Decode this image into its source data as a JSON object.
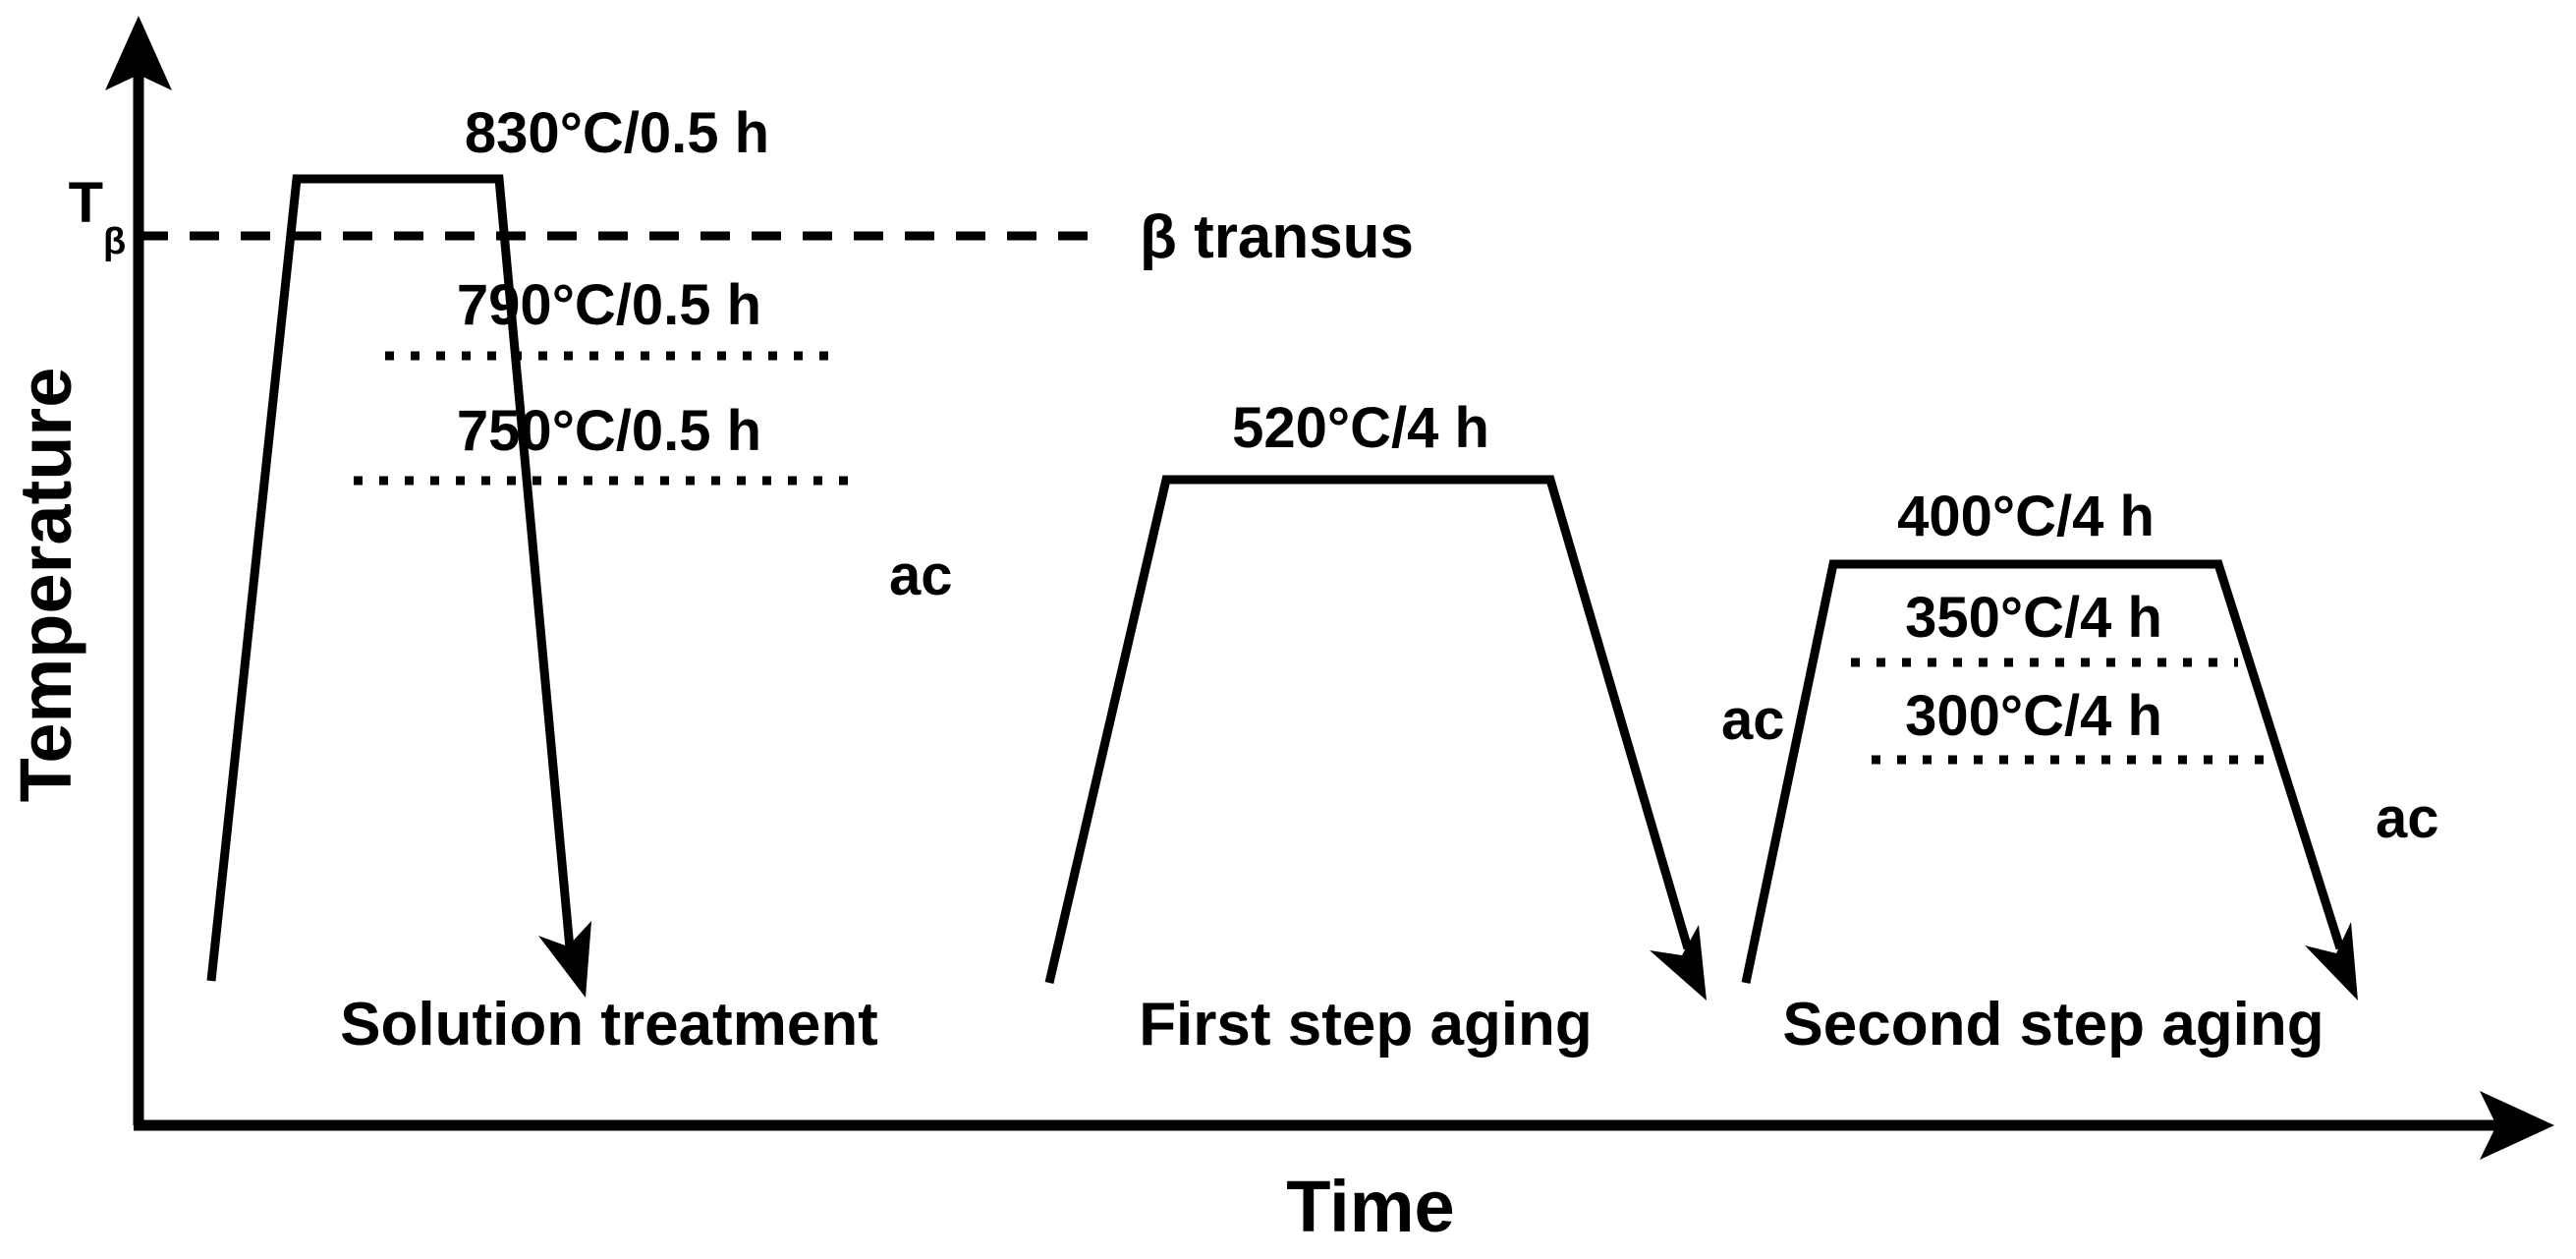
{
  "figure": {
    "kind": "heat-treatment-schedule-schematic",
    "background_color": "#ffffff",
    "line_color": "#000000"
  },
  "axes": {
    "y_title": "Temperature",
    "x_title": "Time",
    "y_arrow_direction": "up",
    "x_arrow_direction": "right",
    "reference": {
      "tick_label_main": "T",
      "tick_label_subscript": "β",
      "line_style": "dashed",
      "annotation": "β transus"
    }
  },
  "chart_data": {
    "type": "line",
    "title": "",
    "xlabel": "Time",
    "ylabel": "Temperature",
    "grid": false,
    "legend": "none",
    "reference_lines": [
      {
        "name": "beta-transus",
        "label": "β transus",
        "style": "dashed",
        "spans": "full-width"
      }
    ],
    "stages": [
      {
        "name": "solution-treatment",
        "stage_label": "Solution treatment",
        "cooling_label": "ac",
        "cooling_method": "air cooling",
        "plateau_label": "830°C/0.5 h",
        "plateau_temperature_c": 830,
        "hold_time_h": 0.5,
        "above_beta_transus": true,
        "alternate_levels": [
          {
            "label": "790°C/0.5 h",
            "temperature_c": 790,
            "hold_time_h": 0.5,
            "style": "dotted"
          },
          {
            "label": "750°C/0.5 h",
            "temperature_c": 750,
            "hold_time_h": 0.5,
            "style": "dotted"
          }
        ]
      },
      {
        "name": "first-step-aging",
        "stage_label": "First step aging",
        "cooling_label": "ac",
        "cooling_method": "air cooling",
        "plateau_label": "520°C/4 h",
        "plateau_temperature_c": 520,
        "hold_time_h": 4,
        "above_beta_transus": false,
        "alternate_levels": []
      },
      {
        "name": "second-step-aging",
        "stage_label": "Second step aging",
        "cooling_label": "ac",
        "cooling_method": "air cooling",
        "plateau_label": "400°C/4 h",
        "plateau_temperature_c": 400,
        "hold_time_h": 4,
        "above_beta_transus": false,
        "alternate_levels": [
          {
            "label": "350°C/4 h",
            "temperature_c": 350,
            "hold_time_h": 4,
            "style": "dotted"
          },
          {
            "label": "300°C/4 h",
            "temperature_c": 300,
            "hold_time_h": 4,
            "style": "dotted"
          }
        ]
      }
    ]
  }
}
